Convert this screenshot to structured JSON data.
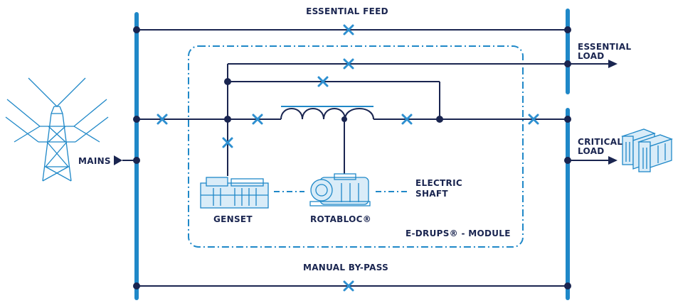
{
  "labels": {
    "essential_feed": "ESSENTIAL FEED",
    "essential_load_1": "ESSENTIAL",
    "essential_load_2": "LOAD",
    "critical_load_1": "CRITICAL",
    "critical_load_2": "LOAD",
    "mains": "MAINS",
    "genset": "GENSET",
    "rotabloc": "ROTABLOC®",
    "electric_shaft_1": "ELECTRIC",
    "electric_shaft_2": "SHAFT",
    "module": "E-DRUPS® - MODULE",
    "manual_bypass": "MANUAL BY-PASS"
  },
  "colors": {
    "bus": "#1f88c8",
    "line": "#1a2550",
    "breaker": "#2d8fd0"
  },
  "icons": [
    "pylon-icon",
    "genset-icon",
    "rotabloc-icon",
    "server-rack-icon",
    "breaker-icon",
    "inductor-icon",
    "arrow-icon"
  ]
}
